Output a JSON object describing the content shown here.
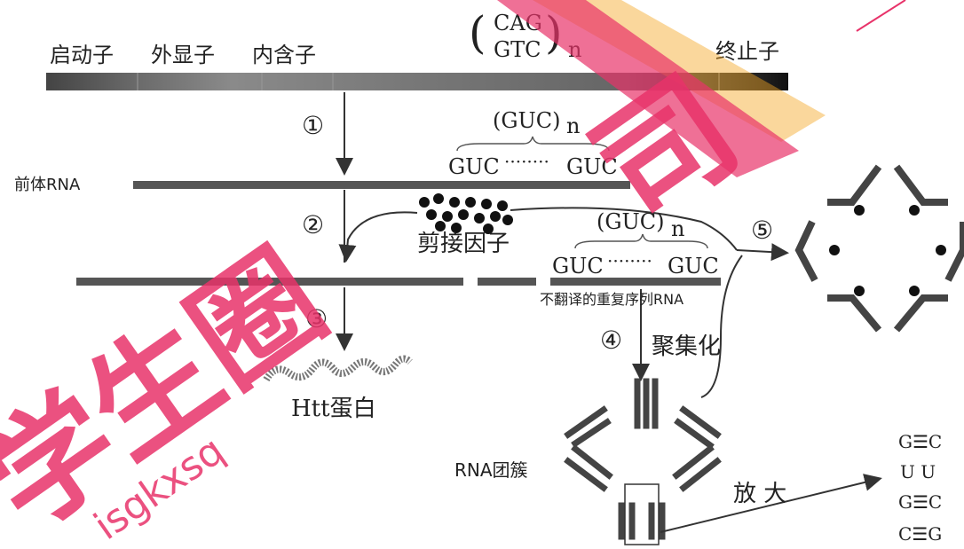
{
  "gene": {
    "promoter": "启动子",
    "exon": "外显子",
    "intron": "内含子",
    "repeat_top": "CAG",
    "repeat_bottom": "GTC",
    "repeat_n": "n",
    "terminator": "终止子"
  },
  "steps": [
    "①",
    "②",
    "③",
    "④",
    "⑤"
  ],
  "pre_rna": {
    "label": "前体RNA",
    "repeat_unit": "(GUC)",
    "repeat_n": "n",
    "left": "GUC",
    "dots": "········",
    "right": "GUC"
  },
  "splicing_factor": "剪接因子",
  "spliced": {
    "repeat_unit": "(GUC)",
    "repeat_n": "n",
    "left": "GUC",
    "dots": "········",
    "right": "GUC",
    "caption": "不翻译的重复序列RNA"
  },
  "aggregation": "聚集化",
  "protein": "Htt蛋白",
  "cluster": "RNA团簇",
  "zoom": "放 大",
  "pairs": [
    "G☰C",
    "U  U",
    "G☰C",
    "C☰G"
  ],
  "watermark": {
    "text": "学生圈",
    "url": "isgkxsq",
    "logo": "司"
  }
}
